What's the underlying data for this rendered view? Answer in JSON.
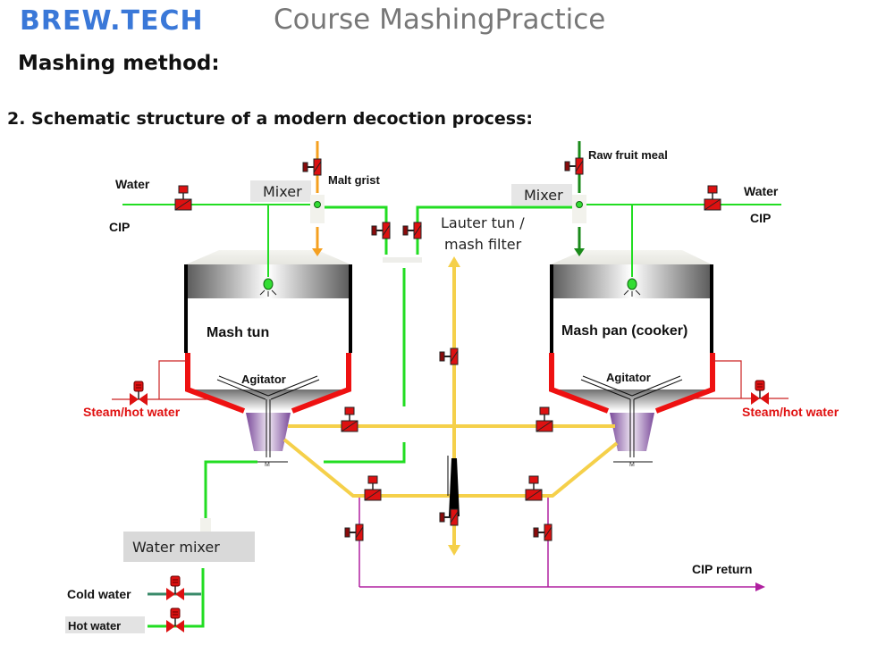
{
  "header": {
    "brand": "BREW.TECH",
    "course_title": "Course  MashingPractice"
  },
  "section_title": "Mashing method:",
  "subtitle": "2.   Schematic structure of a modern decoction process:",
  "diagram": {
    "labels": {
      "water_left": "Water",
      "cip_left": "CIP",
      "mixer_left": "Mixer",
      "malt_grist": "Malt grist",
      "raw_fruit_meal": "Raw fruit meal",
      "mixer_right": "Mixer",
      "water_right": "Water",
      "cip_right": "CIP",
      "lauter_line1": "Lauter tun /",
      "lauter_line2": "mash filter",
      "mash_tun": "Mash tun",
      "mash_pan": "Mash pan (cooker)",
      "agitator_left": "Agitator",
      "agitator_right": "Agitator",
      "steam_left": "Steam/hot water",
      "steam_right": "Steam/hot water",
      "motor_left": "M",
      "motor_right": "M",
      "water_mixer": "Water mixer",
      "cold_water": "Cold water",
      "hot_water": "Hot water",
      "cip_return": "CIP return"
    },
    "colors": {
      "water_line": "#22dd22",
      "cold_water_line": "#3a8a6a",
      "malt_line": "#f5a020",
      "raw_fruit_line": "#1a8a1a",
      "wort_line": "#f5d04a",
      "heating": "#ee1111",
      "cip_return_line": "#b020a0",
      "valve": "#dd1111",
      "brand": "#3a78d8"
    }
  }
}
